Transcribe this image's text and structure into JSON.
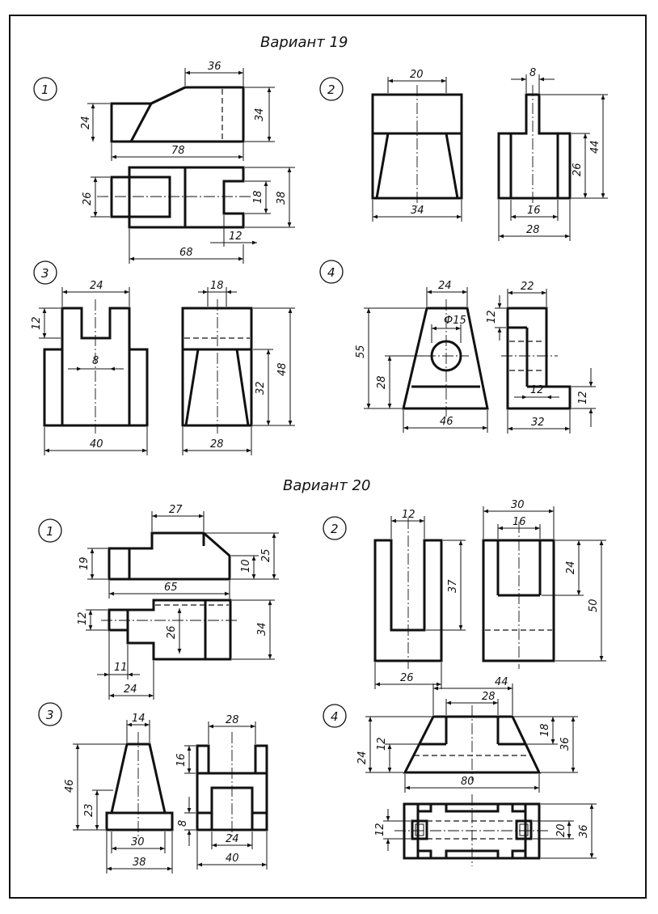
{
  "variant19": {
    "title": "Вариант 19",
    "tasks": [
      {
        "number": "1",
        "dims": [
          "36",
          "24",
          "34",
          "78",
          "26",
          "18",
          "38",
          "12",
          "68"
        ]
      },
      {
        "number": "2",
        "dims": [
          "20",
          "34",
          "8",
          "44",
          "26",
          "16",
          "28"
        ]
      },
      {
        "number": "3",
        "dims": [
          "24",
          "12",
          "8",
          "40",
          "18",
          "48",
          "32",
          "28"
        ]
      },
      {
        "number": "4",
        "dims": [
          "24",
          "Ф15",
          "55",
          "28",
          "46",
          "22",
          "12",
          "12",
          "12",
          "32"
        ]
      }
    ]
  },
  "variant20": {
    "title": "Вариант 20",
    "tasks": [
      {
        "number": "1",
        "dims": [
          "27",
          "19",
          "10",
          "25",
          "65",
          "12",
          "26",
          "34",
          "11",
          "24"
        ]
      },
      {
        "number": "2",
        "dims": [
          "12",
          "37",
          "26",
          "30",
          "16",
          "24",
          "50"
        ]
      },
      {
        "number": "3",
        "dims": [
          "14",
          "46",
          "23",
          "30",
          "38",
          "28",
          "16",
          "8",
          "24",
          "40"
        ]
      },
      {
        "number": "4",
        "dims": [
          "44",
          "28",
          "24",
          "12",
          "18",
          "36",
          "80",
          "12",
          "20",
          "36"
        ]
      }
    ]
  }
}
